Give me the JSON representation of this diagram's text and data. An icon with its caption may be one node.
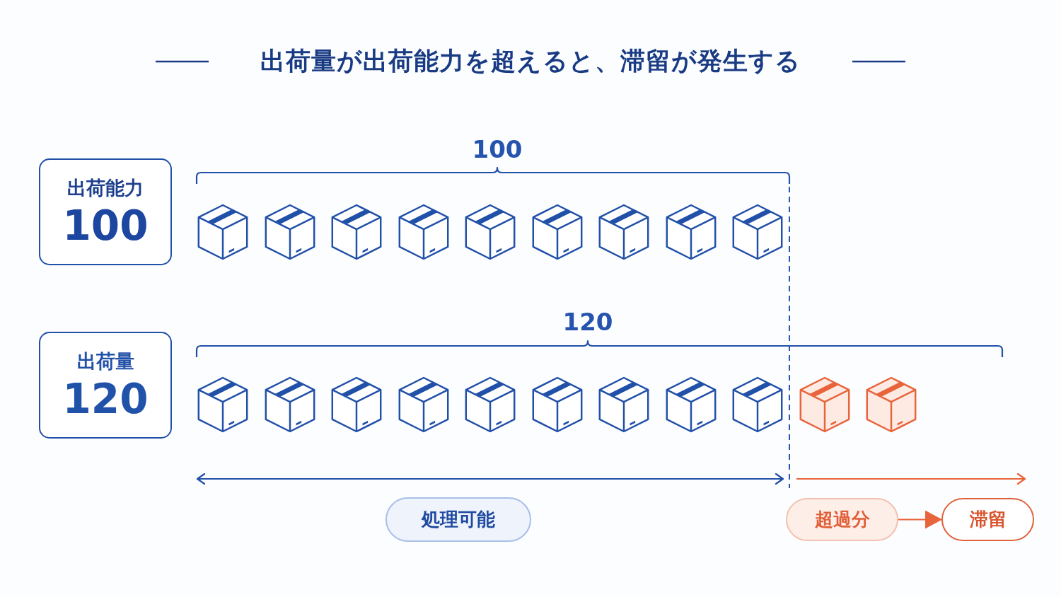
{
  "diagram": {
    "title": "出荷量が出荷能力を超えると、滞留が発生する",
    "nodes": [
      {
        "text": [
          "出荷能力",
          "100"
        ]
      },
      {
        "text": [
          "出荷量",
          "120"
        ]
      },
      {
        "text": [
          "処理可能"
        ]
      },
      {
        "text": [
          "超過分"
        ]
      },
      {
        "text": [
          "滞留"
        ]
      }
    ],
    "edges": [
      {
        "from": 3,
        "to": 4,
        "arrow": "to"
      }
    ],
    "labels": [
      "100",
      "120"
    ]
  }
}
